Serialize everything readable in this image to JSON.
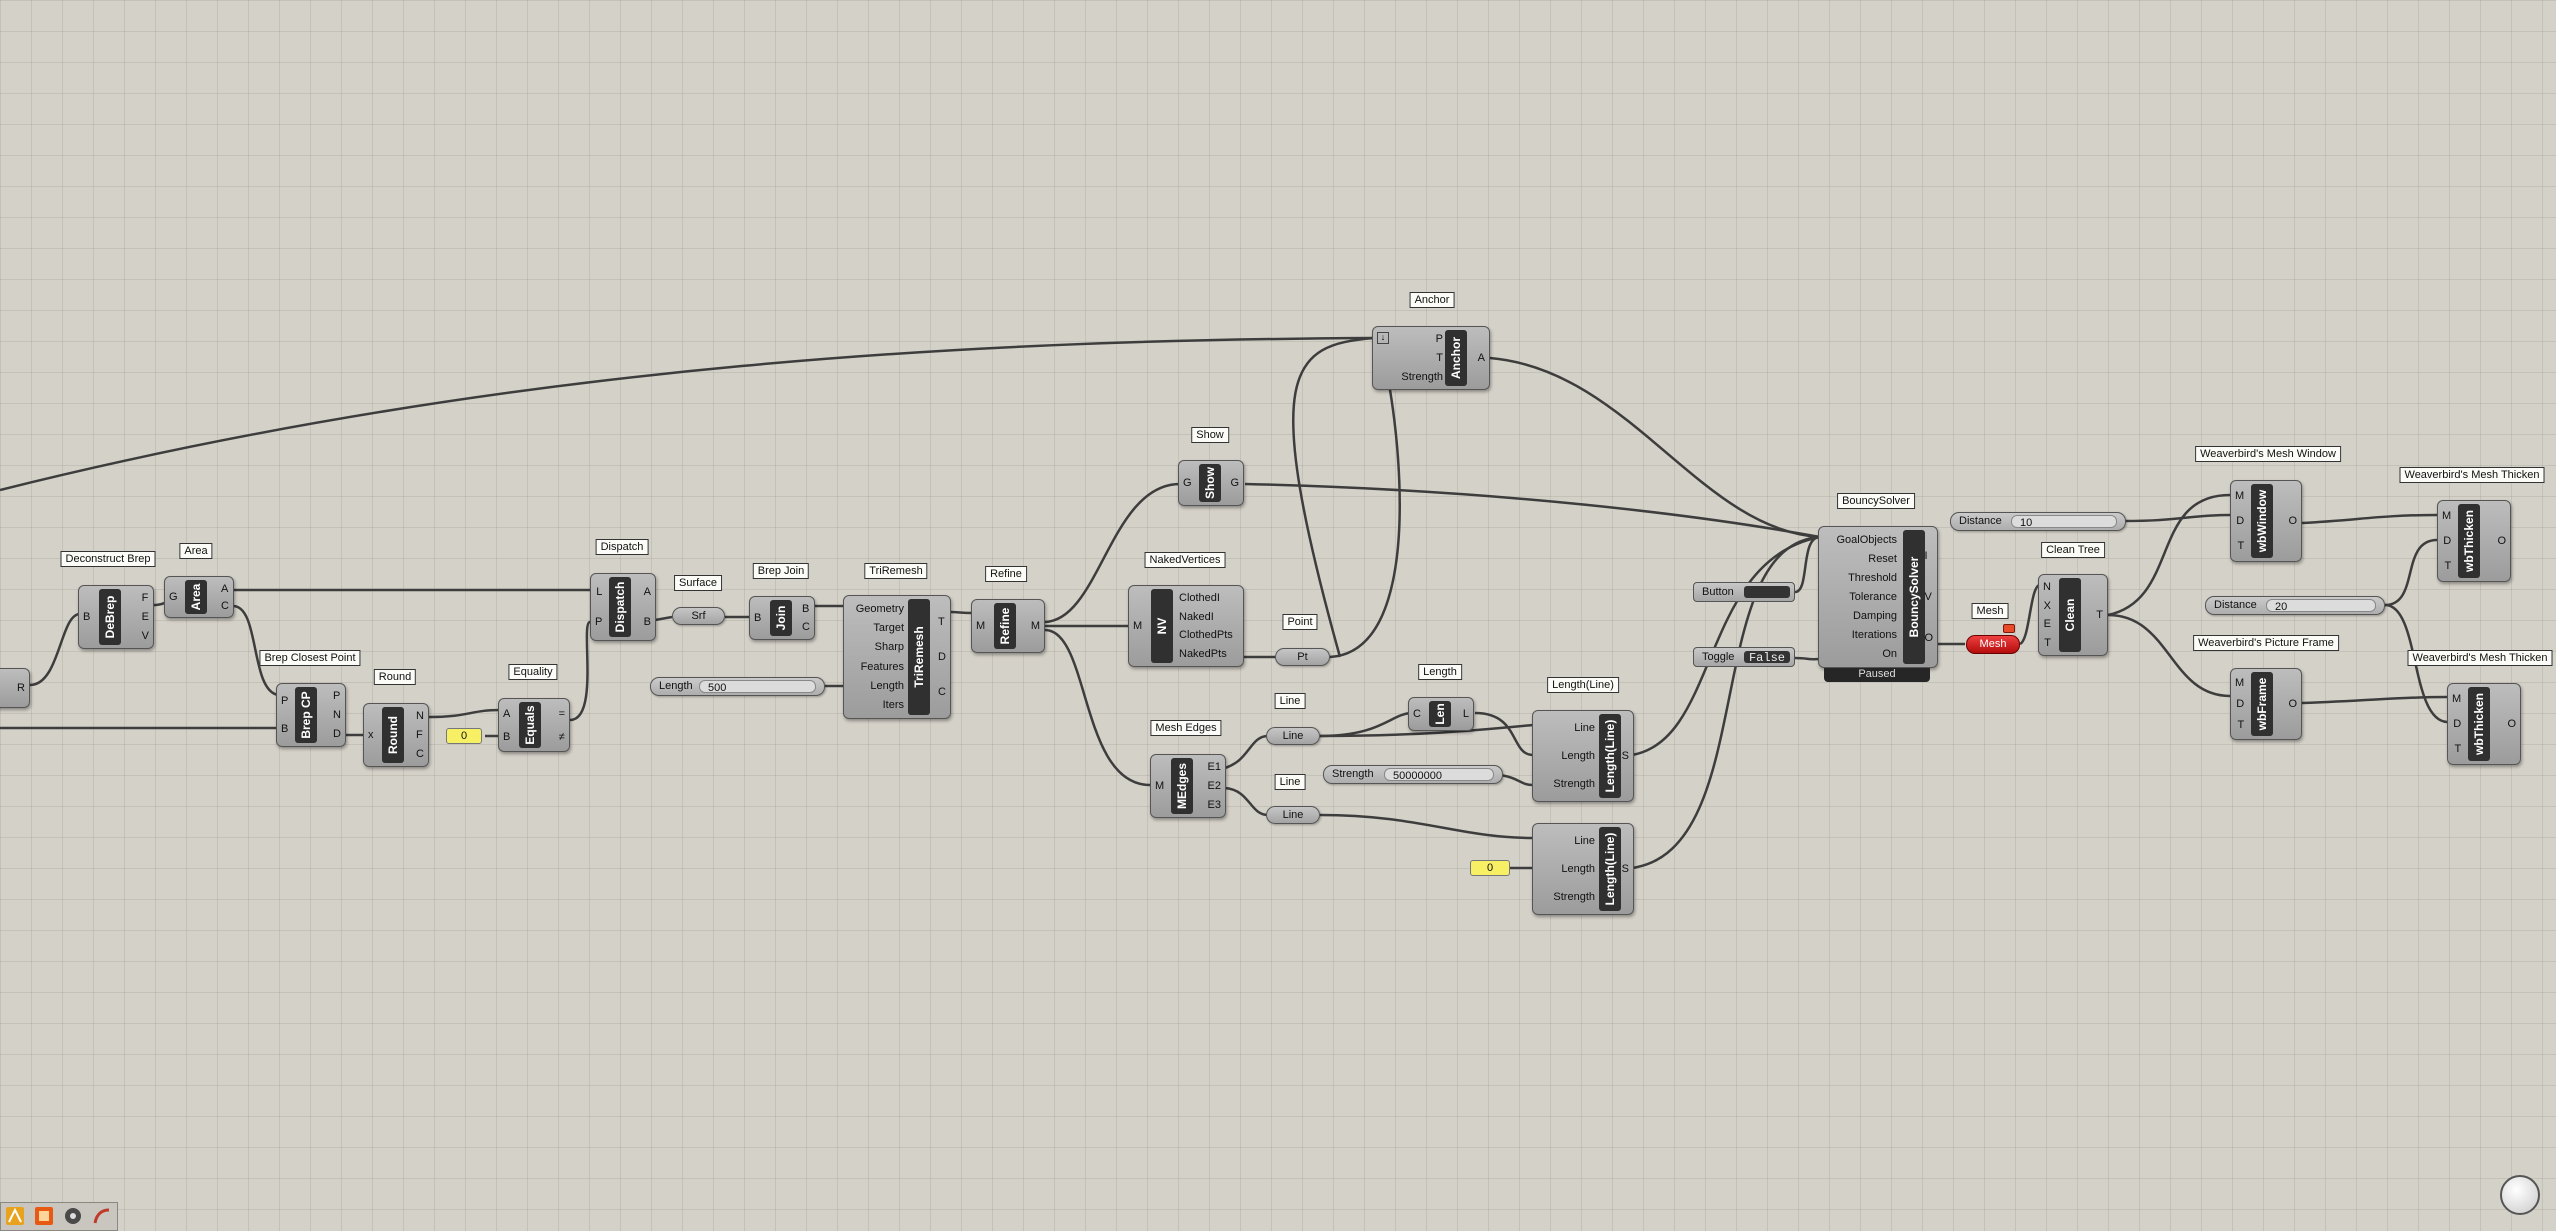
{
  "labels": {
    "anchor": "Anchor",
    "show": "Show",
    "naked_vertices": "NakedVertices",
    "point": "Point",
    "bouncy_solver": "BouncySolver",
    "mesh_edges": "Mesh Edges",
    "line_top": "Line",
    "line_mid": "Line",
    "length_nick": "Length",
    "length_line_nick": "Length(Line)",
    "wb_window": "Weaverbird's Mesh Window",
    "wb_thicken_1": "Weaverbird's Mesh Thicken",
    "wb_frame": "Weaverbird's Picture Frame",
    "wb_thicken_2": "Weaverbird's Mesh Thicken",
    "clean_tree": "Clean Tree",
    "mesh_nick": "Mesh",
    "deconstruct_brep": "Deconstruct Brep",
    "area": "Area",
    "dispatch": "Dispatch",
    "surface": "Surface",
    "brep_join": "Brep Join",
    "trimesh": "TriRemesh",
    "refine": "Refine",
    "brep_closest_point": "Brep Closest Point",
    "round": "Round",
    "equality": "Equality"
  },
  "components": {
    "anchor": {
      "core": "Anchor",
      "inputs": [
        "P",
        "T",
        "Strength"
      ],
      "outputs": [
        "A"
      ]
    },
    "show": {
      "core": "Show",
      "inputs": [
        "G"
      ],
      "outputs": [
        "G"
      ]
    },
    "nv": {
      "core": "NV",
      "inputs": [
        "M"
      ],
      "outputs": [
        "ClothedI",
        "NakedI",
        "ClothedPts",
        "NakedPts"
      ]
    },
    "bouncy": {
      "core": "BouncySolver",
      "inputs": [
        "GoalObjects",
        "Reset",
        "Threshold",
        "Tolerance",
        "Damping",
        "Iterations",
        "On"
      ],
      "outputs": [
        "I",
        "V",
        "O"
      ],
      "status": "Paused"
    },
    "medges": {
      "core": "MEdges",
      "inputs": [
        "M"
      ],
      "outputs": [
        "E1",
        "E2",
        "E3"
      ]
    },
    "len": {
      "core": "Len",
      "inputs": [
        "C"
      ],
      "outputs": [
        "L"
      ]
    },
    "ll1": {
      "core": "Length(Line)",
      "inputs": [
        "Line",
        "Length",
        "Strength"
      ],
      "outputs": [
        "S"
      ]
    },
    "ll2": {
      "core": "Length(Line)",
      "inputs": [
        "Line",
        "Length",
        "Strength"
      ],
      "outputs": [
        "S"
      ]
    },
    "clean": {
      "core": "Clean",
      "inputs": [
        "N",
        "X",
        "E",
        "T"
      ],
      "outputs": [
        "T"
      ]
    },
    "wbwindow": {
      "core": "wbWindow",
      "inputs": [
        "M",
        "D",
        "T"
      ],
      "outputs": [
        "O"
      ]
    },
    "wbthicken1": {
      "core": "wbThicken",
      "inputs": [
        "M",
        "D",
        "T"
      ],
      "outputs": [
        "O"
      ]
    },
    "wbframe": {
      "core": "wbFrame",
      "inputs": [
        "M",
        "D",
        "T"
      ],
      "outputs": [
        "O"
      ]
    },
    "wbthicken2": {
      "core": "wbThicken",
      "inputs": [
        "M",
        "D",
        "T"
      ],
      "outputs": [
        "O"
      ]
    },
    "debrep": {
      "core": "DeBrep",
      "inputs": [
        "B"
      ],
      "outputs": [
        "F",
        "E",
        "V"
      ]
    },
    "area": {
      "core": "Area",
      "inputs": [
        "G"
      ],
      "outputs": [
        "A",
        "C"
      ]
    },
    "dispatch": {
      "core": "Dispatch",
      "inputs": [
        "L",
        "P"
      ],
      "outputs": [
        "A",
        "B"
      ]
    },
    "join": {
      "core": "Join",
      "inputs": [
        "B"
      ],
      "outputs": [
        "B",
        "C"
      ]
    },
    "trimesh": {
      "core": "TriRemesh",
      "inputs": [
        "Geometry",
        "Target",
        "Sharp",
        "Features",
        "Length",
        "Iters"
      ],
      "outputs": [
        "T",
        "D",
        "C"
      ]
    },
    "refine": {
      "core": "Refine",
      "inputs": [
        "M"
      ],
      "outputs": [
        "M"
      ]
    },
    "brepcp": {
      "core": "Brep CP",
      "inputs": [
        "P",
        "B"
      ],
      "outputs": [
        "P",
        "N",
        "D"
      ]
    },
    "round": {
      "core": "Round",
      "inputs": [
        "x"
      ],
      "outputs": [
        "N",
        "F",
        "C"
      ]
    },
    "equals": {
      "core": "Equals",
      "inputs": [
        "A",
        "B"
      ],
      "outputs": [
        "=",
        "≠"
      ]
    },
    "r_left": {
      "core": "",
      "inputs": [],
      "outputs": [
        "R"
      ]
    }
  },
  "params": {
    "point": "Pt",
    "line_top": "Line",
    "line_mid": "Line",
    "surface": "Srf",
    "mesh": "Mesh"
  },
  "sliders": {
    "length": {
      "label": "Length",
      "value": "500"
    },
    "strength": {
      "label": "Strength",
      "value": "50000000"
    },
    "distance_1": {
      "label": "Distance",
      "value": "10"
    },
    "distance_2": {
      "label": "Distance",
      "value": "20"
    }
  },
  "panels": {
    "zero_1": "0",
    "zero_2": "0"
  },
  "buttons": {
    "button": {
      "label": "Button",
      "value": ""
    },
    "toggle": {
      "label": "Toggle",
      "value": "False"
    }
  },
  "colors": {
    "canvas": "#d4d1c8",
    "wire": "#3d3d3d",
    "panel": "#f8f064",
    "mesh_param": "#d01818"
  }
}
